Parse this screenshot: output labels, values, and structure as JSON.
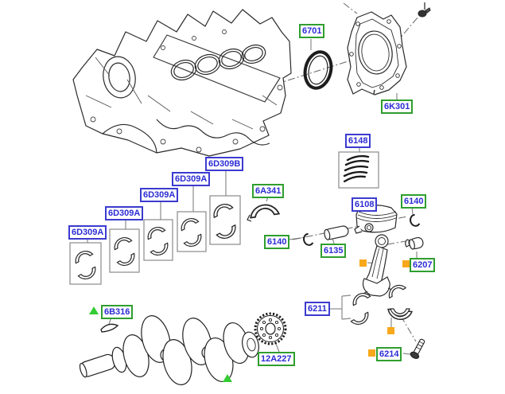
{
  "colors": {
    "label_text": "#2b2bd5",
    "callout_blue": "#3b3bd0",
    "callout_green": "#2f9e2f",
    "marker_square": "#f7a81b",
    "marker_triangle": "#33cc33"
  },
  "callouts": [
    {
      "label": "6701",
      "variant": "green"
    },
    {
      "label": "6K301",
      "variant": "green"
    },
    {
      "label": "6148",
      "variant": "blue"
    },
    {
      "label": "6D309B",
      "variant": "blue"
    },
    {
      "label": "6D309A",
      "variant": "blue"
    },
    {
      "label": "6D309A",
      "variant": "blue"
    },
    {
      "label": "6D309A",
      "variant": "blue"
    },
    {
      "label": "6D309A",
      "variant": "blue"
    },
    {
      "label": "6A341",
      "variant": "green"
    },
    {
      "label": "6140",
      "variant": "green"
    },
    {
      "label": "6108",
      "variant": "blue"
    },
    {
      "label": "6140",
      "variant": "green"
    },
    {
      "label": "6135",
      "variant": "green"
    },
    {
      "label": "6207",
      "variant": "green"
    },
    {
      "label": "6211",
      "variant": "blue"
    },
    {
      "label": "6214",
      "variant": "green"
    },
    {
      "label": "6B316",
      "variant": "green"
    },
    {
      "label": "12A227",
      "variant": "green"
    }
  ]
}
